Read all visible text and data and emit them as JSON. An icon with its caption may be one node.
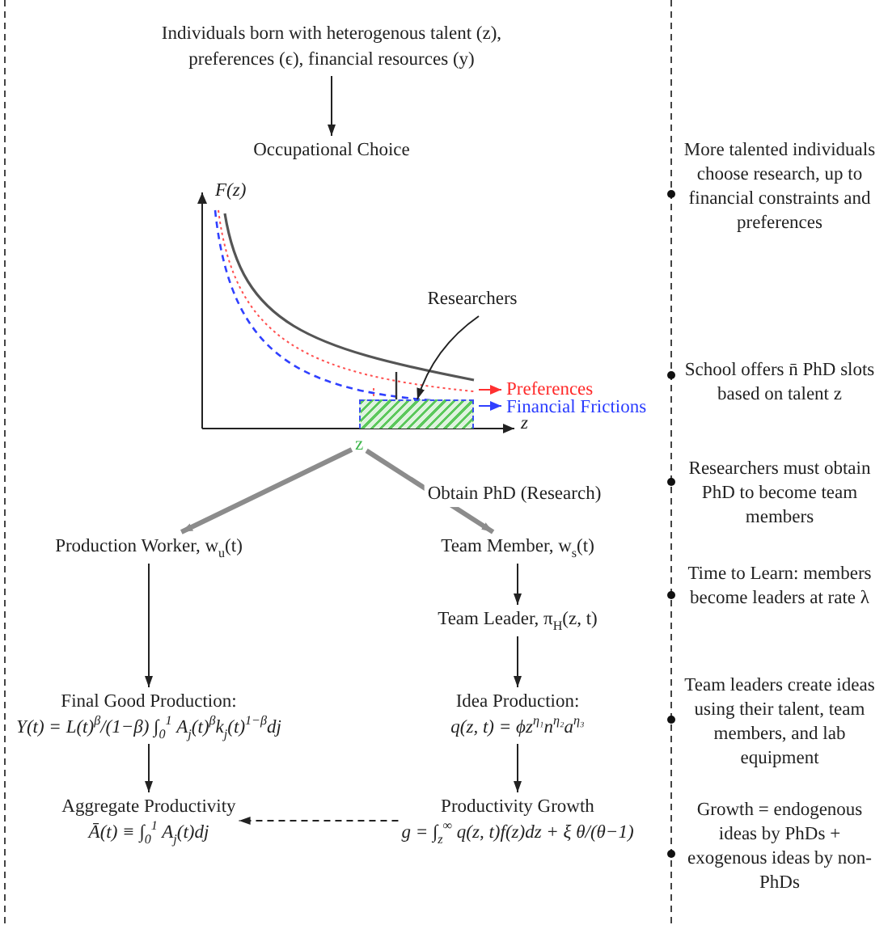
{
  "diagram": {
    "nodes": [
      {
        "text": [
          "Individuals born with heterogenous talent (z), preferences (ϵ), financial resources (y)"
        ]
      },
      {
        "text": [
          "Occupational Choice"
        ]
      },
      {
        "text": [
          "Researchers"
        ]
      },
      {
        "text": [],
        "shape": "box"
      },
      {
        "text": [
          "z"
        ]
      },
      {
        "text": [
          "Production Worker, w$_{u}$(t)"
        ]
      },
      {
        "text": [
          "Team Member, w$_{s}$(t)"
        ]
      },
      {
        "text": [
          "Team Leader, π$_{H}$(z, t)"
        ]
      },
      {
        "text": [
          "Final Good Production:",
          "Y(t) = L(t)$^{β}$/(1−β) ∫$_{0}$$^{1}$ A$_{j}$(t)$^{β}$k$_{j}$(t)$^{1−β}$dj"
        ]
      },
      {
        "text": [
          "Idea Production:",
          "q(z, t) = ϕz$^{η₁}$n$^{η₂}$a$^{η₃}$"
        ]
      },
      {
        "text": [
          "Aggregate Productivity",
          "Ā(t) ≡ ∫$_{0}$$^{1}$ A$_{j}$(t)dj"
        ]
      },
      {
        "text": [
          "Productivity Growth",
          "g = ∫$_{z}$$^{∞}$ q(z, t)f(z)dz + ξ θ/(θ−1)"
        ]
      }
    ],
    "edges": [
      {
        "from": 0,
        "to": 1,
        "arrow": "to"
      },
      {
        "from": 2,
        "to": 3,
        "arrow": "to"
      },
      {
        "from": 4,
        "to": 5,
        "arrow": "to",
        "style": "thick",
        "color": "#8c8c8c"
      },
      {
        "from": 4,
        "to": 6,
        "arrow": "to",
        "label": "Obtain PhD (Research)",
        "style": "thick",
        "color": "#8c8c8c"
      },
      {
        "from": 5,
        "to": 8,
        "arrow": "to"
      },
      {
        "from": 6,
        "to": 7,
        "arrow": "to"
      },
      {
        "from": 7,
        "to": 9,
        "arrow": "to"
      },
      {
        "from": 8,
        "to": 10,
        "arrow": "to"
      },
      {
        "from": 9,
        "to": 11,
        "arrow": "to"
      },
      {
        "from": 11,
        "to": 10,
        "arrow": "to",
        "style": "dashed"
      }
    ],
    "labels": [
      "F(z)",
      "z",
      "Preferences",
      "Financial Frictions",
      "More talented individuals choose research, up to financial constraints and preferences",
      "School offers n̄ PhD slots based on talent z",
      "Researchers must obtain PhD to become team members",
      "Time to Learn: members become leaders at rate λ",
      "Team leaders create ideas using their talent, team members, and lab equipment",
      "Growth = endogenous ideas by PhDs + exogenous ideas by non-PhDs"
    ]
  }
}
